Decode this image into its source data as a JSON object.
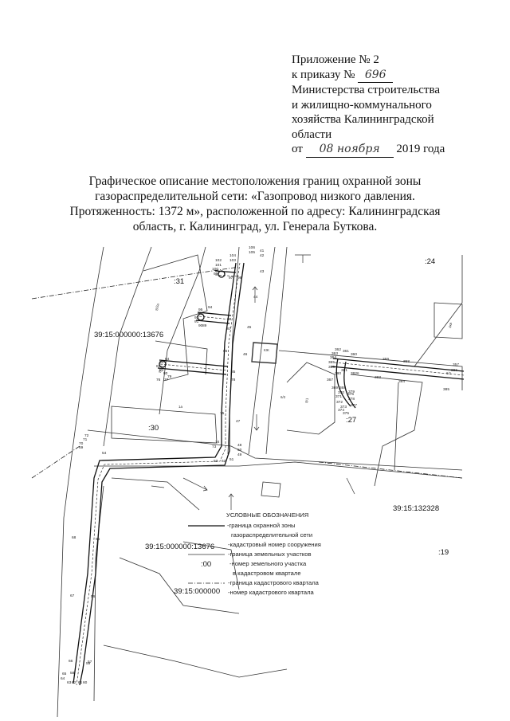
{
  "header": {
    "line1": "Приложение № 2",
    "line2_prefix": "к приказу №",
    "order_number": "696",
    "line3": "Министерства строительства",
    "line4": "и жилищно-коммунального",
    "line5": "хозяйства Калининградской",
    "line6": "области",
    "date_prefix": "от",
    "date_handwritten": "08 ноября",
    "date_suffix": "2019 года"
  },
  "title": {
    "line1": "Графическое описание местоположения границ охранной зоны",
    "line2": "газораспределительной сети: «Газопровод низкого давления.",
    "line3": "Протяженность: 1372 м», расположенной по адресу: Калининградская",
    "line4": "область, г. Калининград, ул. Генерала Буткова."
  },
  "map": {
    "zone_labels": [
      ":31",
      ":24",
      ":30",
      ":27",
      ":19"
    ],
    "cadastral_labels": [
      "39:15:000000:13676",
      "39:15:132328"
    ],
    "legend": {
      "heading": "УСЛОВНЫЕ ОБОЗНАЧЕНИЯ",
      "item1_line1": "-граница охранной зоны",
      "item1_line2": "газораспределительной сети",
      "sample_cad": "39:15:000000:13676",
      "item2": "-кадастровый номер сооружения",
      "item3": "-граница земельных участков",
      "sample_parcel": ":00",
      "item4_line1": "-номер земельного участка",
      "item4_line2": "в кадастровом квартале",
      "item5": "-граница кадастрового квартала",
      "sample_quarter": "39:15:000000",
      "item6": "-номер кадастрового квартала"
    },
    "point_labels": [
      "106",
      "105",
      "104",
      "103",
      "102",
      "101",
      "100",
      "99",
      "98",
      "97",
      "95",
      "94",
      "93",
      "92",
      "91",
      "90",
      "89",
      "88",
      "87",
      "86",
      "85",
      "84",
      "83",
      "82",
      "81",
      "80",
      "79",
      "78",
      "77",
      "76",
      "75",
      "74",
      "73",
      "72",
      "71",
      "70",
      "69",
      "68",
      "67",
      "66",
      "65",
      "64",
      "63",
      "62",
      "61",
      "60",
      "59",
      "58",
      "57",
      "56",
      "55",
      "54",
      "53",
      "52",
      "51",
      "50",
      "49",
      "48",
      "47",
      "46",
      "45",
      "44",
      "43",
      "42",
      "41",
      "386",
      "385",
      "384",
      "383",
      "382",
      "381",
      "380",
      "379",
      "378",
      "377",
      "376",
      "375",
      "374",
      "373",
      "372",
      "371",
      "370",
      "369",
      "368",
      "367",
      "366",
      "365",
      "364",
      "363",
      "362",
      "361",
      "360",
      "359",
      "358",
      "357",
      "356",
      "355"
    ],
    "building_labels": [
      "8/2а",
      "8/1а",
      "1а",
      "6/2",
      "8/1",
      "КЖ",
      "6",
      "6/1",
      "4кв"
    ]
  }
}
